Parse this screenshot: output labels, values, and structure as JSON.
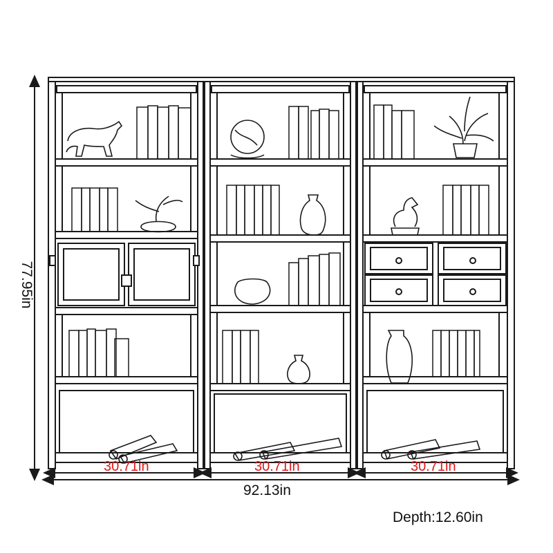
{
  "dimensions": {
    "height": "77.95in",
    "total_width": "92.13in",
    "unit_widths": [
      "30.71in",
      "30.71in",
      "30.71in"
    ],
    "depth": "Depth:12.60in"
  },
  "colors": {
    "line": "#1a1a1a",
    "dimension_text": "#111111",
    "unit_width_text": "#e0181b",
    "background": "#ffffff"
  },
  "icons": [
    "bull-sculpture-icon",
    "globe-ornament-icon",
    "potted-plant-icon",
    "bonsai-icon",
    "vase-icon",
    "bowl-icon",
    "horse-figurine-icon",
    "scroll-icon",
    "book-icon",
    "drawer-knob-icon"
  ]
}
